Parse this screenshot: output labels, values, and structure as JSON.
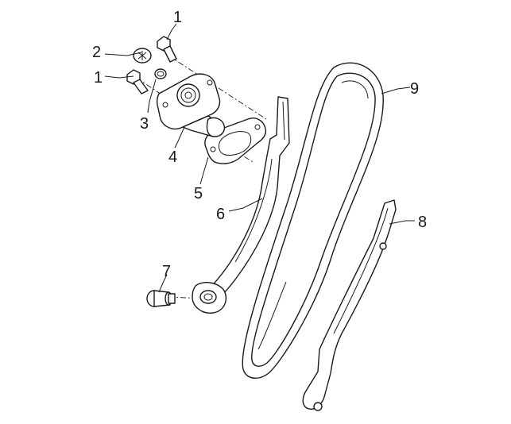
{
  "callouts": [
    {
      "id": "c1a",
      "text": "1"
    },
    {
      "id": "c2",
      "text": "2"
    },
    {
      "id": "c1b",
      "text": "1"
    },
    {
      "id": "c3",
      "text": "3"
    },
    {
      "id": "c4",
      "text": "4"
    },
    {
      "id": "c5",
      "text": "5"
    },
    {
      "id": "c6",
      "text": "6"
    },
    {
      "id": "c7",
      "text": "7"
    },
    {
      "id": "c8",
      "text": "8"
    },
    {
      "id": "c9",
      "text": "9"
    }
  ]
}
